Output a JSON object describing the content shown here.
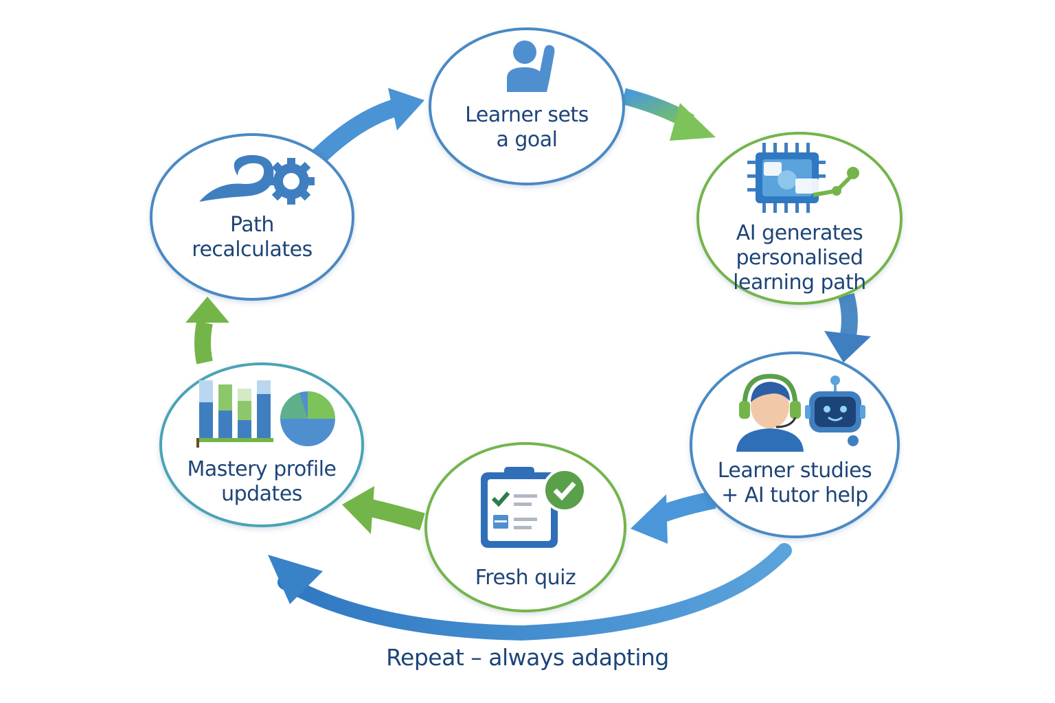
{
  "nodes": {
    "goal": {
      "line1": "Learner sets",
      "line2": "a goal"
    },
    "generate": {
      "line1": "AI generates",
      "line2": "personalised",
      "line3": "learning path"
    },
    "study": {
      "line1": "Learner studies",
      "line2": "+ AI tutor help"
    },
    "quiz": {
      "line1": "Fresh quiz"
    },
    "mastery": {
      "line1": "Mastery profile",
      "line2": "updates"
    },
    "recalc": {
      "line1": "Path",
      "line2": "recalculates"
    }
  },
  "footer": {
    "label": "Repeat – always adapting"
  },
  "colors": {
    "blue": "#4a89c4",
    "green": "#74b54a",
    "teal": "#4aa3b5",
    "text": "#1d4478"
  }
}
